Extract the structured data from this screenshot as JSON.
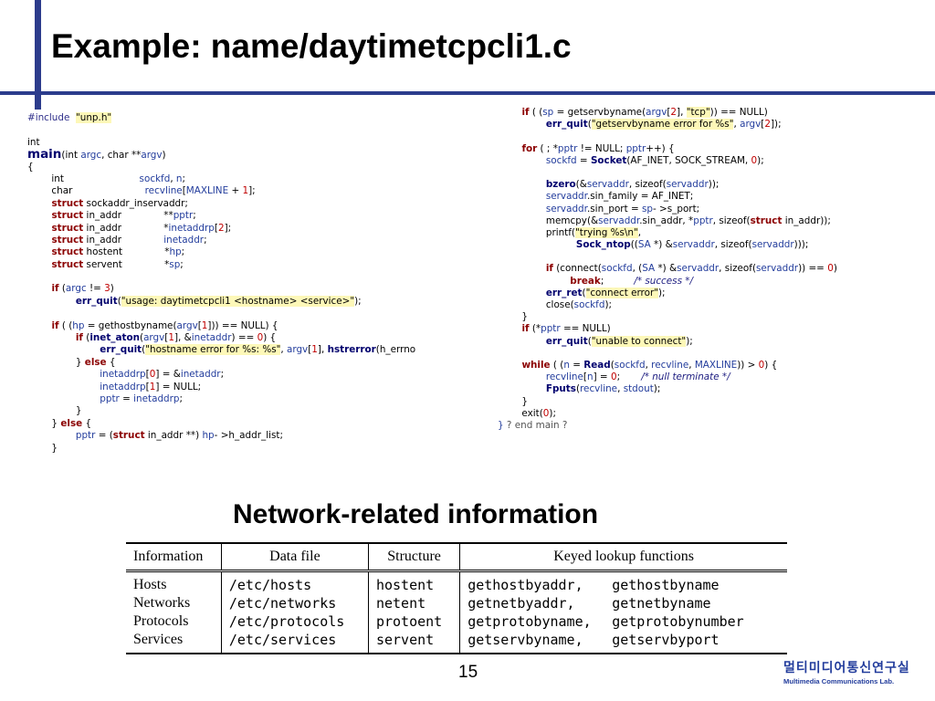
{
  "slide": {
    "title": "Example: name/daytimetcpcli1.c",
    "subtitle": "Network-related information",
    "page_number": "15",
    "logo": {
      "korean": "멀티미디어통신연구실",
      "english": "Multimedia Communications Lab."
    }
  },
  "code_left": [
    "#include  \"unp.h\"",
    "",
    "int",
    "main(int argc, char **argv)",
    "{",
    "        int                         sockfd, n;",
    "        char                        recvline[MAXLINE + 1];",
    "        struct sockaddr_inservaddr;",
    "        struct in_addr              **pptr;",
    "        struct in_addr              *inetaddrp[2];",
    "        struct in_addr              inetaddr;",
    "        struct hostent              *hp;",
    "        struct servent              *sp;",
    "",
    "        if (argc != 3)",
    "                err_quit(\"usage: daytimetcpcli1 <hostname> <service>\");",
    "",
    "        if ( (hp = gethostbyname(argv[1])) == NULL) {",
    "                if (inet_aton(argv[1], &inetaddr) == 0) {",
    "                        err_quit(\"hostname error for %s: %s\", argv[1], hstrerror(h_errno",
    "                } else {",
    "                        inetaddrp[0] = &inetaddr;",
    "                        inetaddrp[1] = NULL;",
    "                        pptr = inetaddrp;",
    "                }",
    "        } else {",
    "                pptr = (struct in_addr **) hp- >h_addr_list;",
    "        }"
  ],
  "code_right": [
    "        if ( (sp = getservbyname(argv[2], \"tcp\")) == NULL)",
    "                err_quit(\"getservbyname error for %s\", argv[2]);",
    "",
    "        for ( ; *pptr != NULL; pptr++) {",
    "                sockfd = Socket(AF_INET, SOCK_STREAM, 0);",
    "",
    "                bzero(&servaddr, sizeof(servaddr));",
    "                servaddr.sin_family = AF_INET;",
    "                servaddr.sin_port = sp- >s_port;",
    "                memcpy(&servaddr.sin_addr, *pptr, sizeof(struct in_addr));",
    "                printf(\"trying %s\\n\",",
    "                          Sock_ntop((SA *) &servaddr, sizeof(servaddr)));",
    "",
    "                if (connect(sockfd, (SA *) &servaddr, sizeof(servaddr)) == 0)",
    "                        break;          /* success */",
    "                err_ret(\"connect error\");",
    "                close(sockfd);",
    "        }",
    "        if (*pptr == NULL)",
    "                err_quit(\"unable to connect\");",
    "",
    "        while ( (n = Read(sockfd, recvline, MAXLINE)) > 0) {",
    "                recvline[n] = 0;       /* null terminate */",
    "                Fputs(recvline, stdout);",
    "        }",
    "        exit(0);",
    "} ? end main ?"
  ],
  "table": {
    "headers": [
      "Information",
      "Data file",
      "Structure",
      "Keyed lookup functions"
    ],
    "rows": [
      {
        "information": "Hosts",
        "data_file": "/etc/hosts",
        "structure": "hostent",
        "fn1": "gethostbyaddr,",
        "fn2": "gethostbyname"
      },
      {
        "information": "Networks",
        "data_file": "/etc/networks",
        "structure": "netent",
        "fn1": "getnetbyaddr,",
        "fn2": "getnetbyname"
      },
      {
        "information": "Protocols",
        "data_file": "/etc/protocols",
        "structure": "protoent",
        "fn1": "getprotobyname,",
        "fn2": "getprotobynumber"
      },
      {
        "information": "Services",
        "data_file": "/etc/services",
        "structure": "servent",
        "fn1": "getservbyname,",
        "fn2": "getservbyport"
      }
    ]
  },
  "colors": {
    "accent_bar": "#2c3c8c",
    "keyword": "#8b0000",
    "function": "#00006e",
    "variable": "#223c9c",
    "number": "#c00000",
    "string_highlight": "#fdf8b8"
  }
}
